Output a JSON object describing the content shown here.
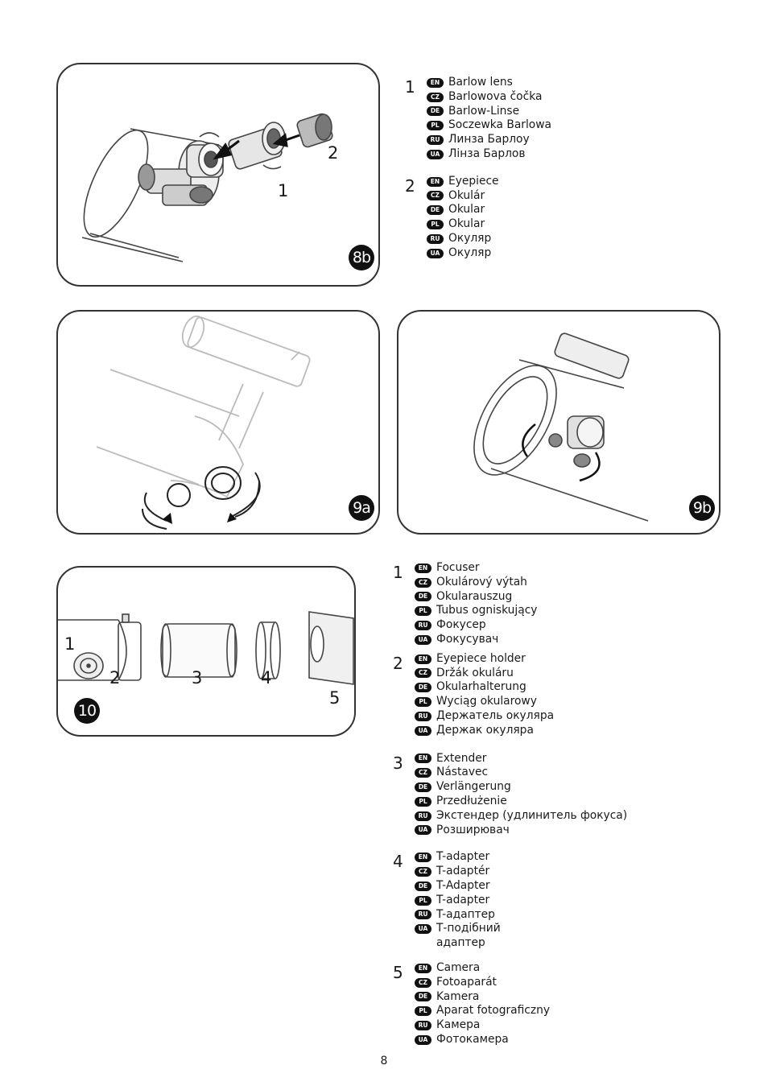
{
  "figures": {
    "fig8b": {
      "badge": "8b",
      "callout_1": "1",
      "callout_2": "2"
    },
    "fig9a": {
      "badge": "9a"
    },
    "fig9b": {
      "badge": "9b"
    },
    "fig10": {
      "badge": "10",
      "callout_1": "1",
      "callout_2": "2",
      "callout_3": "3",
      "callout_4": "4",
      "callout_5": "5"
    }
  },
  "legend_top": [
    {
      "number": "1",
      "items": [
        {
          "lang": "EN",
          "text": "Barlow lens"
        },
        {
          "lang": "CZ",
          "text": "Barlowova čočka"
        },
        {
          "lang": "DE",
          "text": "Barlow-Linse"
        },
        {
          "lang": "PL",
          "text": "Soczewka Barlowa"
        },
        {
          "lang": "RU",
          "text": "Линза Барлоу"
        },
        {
          "lang": "UA",
          "text": "Лінза Барлов"
        }
      ]
    },
    {
      "number": "2",
      "items": [
        {
          "lang": "EN",
          "text": "Eyepiece"
        },
        {
          "lang": "CZ",
          "text": "Okulár"
        },
        {
          "lang": "DE",
          "text": "Okular"
        },
        {
          "lang": "PL",
          "text": "Okular"
        },
        {
          "lang": "RU",
          "text": "Окуляр"
        },
        {
          "lang": "UA",
          "text": "Окуляр"
        }
      ]
    }
  ],
  "legend_bottom": [
    {
      "number": "1",
      "items": [
        {
          "lang": "EN",
          "text": "Focuser"
        },
        {
          "lang": "CZ",
          "text": "Okulárový výtah"
        },
        {
          "lang": "DE",
          "text": "Okularauszug"
        },
        {
          "lang": "PL",
          "text": "Tubus ogniskujący"
        },
        {
          "lang": "RU",
          "text": "Фокусер"
        },
        {
          "lang": "UA",
          "text": "Фокусувач"
        }
      ]
    },
    {
      "number": "2",
      "items": [
        {
          "lang": "EN",
          "text": "Eyepiece holder"
        },
        {
          "lang": "CZ",
          "text": "Držák okuláru"
        },
        {
          "lang": "DE",
          "text": "Okularhalterung"
        },
        {
          "lang": "PL",
          "text": "Wyciąg okularowy"
        },
        {
          "lang": "RU",
          "text": "Держатель окуляра"
        },
        {
          "lang": "UA",
          "text": "Держак окуляра"
        }
      ]
    },
    {
      "number": "3",
      "items": [
        {
          "lang": "EN",
          "text": "Extender"
        },
        {
          "lang": "CZ",
          "text": "Nástavec"
        },
        {
          "lang": "DE",
          "text": "Verlängerung"
        },
        {
          "lang": "PL",
          "text": "Przedłużenie"
        },
        {
          "lang": "RU",
          "text": "Экстендер (удлинитель фокуса)"
        },
        {
          "lang": "UA",
          "text": "Розширювач"
        }
      ]
    },
    {
      "number": "4",
      "items": [
        {
          "lang": "EN",
          "text": "T-adapter"
        },
        {
          "lang": "CZ",
          "text": "T-adaptér"
        },
        {
          "lang": "DE",
          "text": "T-Adapter"
        },
        {
          "lang": "PL",
          "text": "T-adapter"
        },
        {
          "lang": "RU",
          "text": "T-адаптер"
        },
        {
          "lang": "UA",
          "text": "Т-подібний",
          "continuation": "адаптер"
        }
      ]
    },
    {
      "number": "5",
      "items": [
        {
          "lang": "EN",
          "text": "Camera"
        },
        {
          "lang": "CZ",
          "text": "Fotoaparát"
        },
        {
          "lang": "DE",
          "text": "Kamera"
        },
        {
          "lang": "PL",
          "text": "Aparat fotograficzny"
        },
        {
          "lang": "RU",
          "text": "Камера"
        },
        {
          "lang": "UA",
          "text": "Фотокамера"
        }
      ]
    }
  ],
  "page_number": "8"
}
